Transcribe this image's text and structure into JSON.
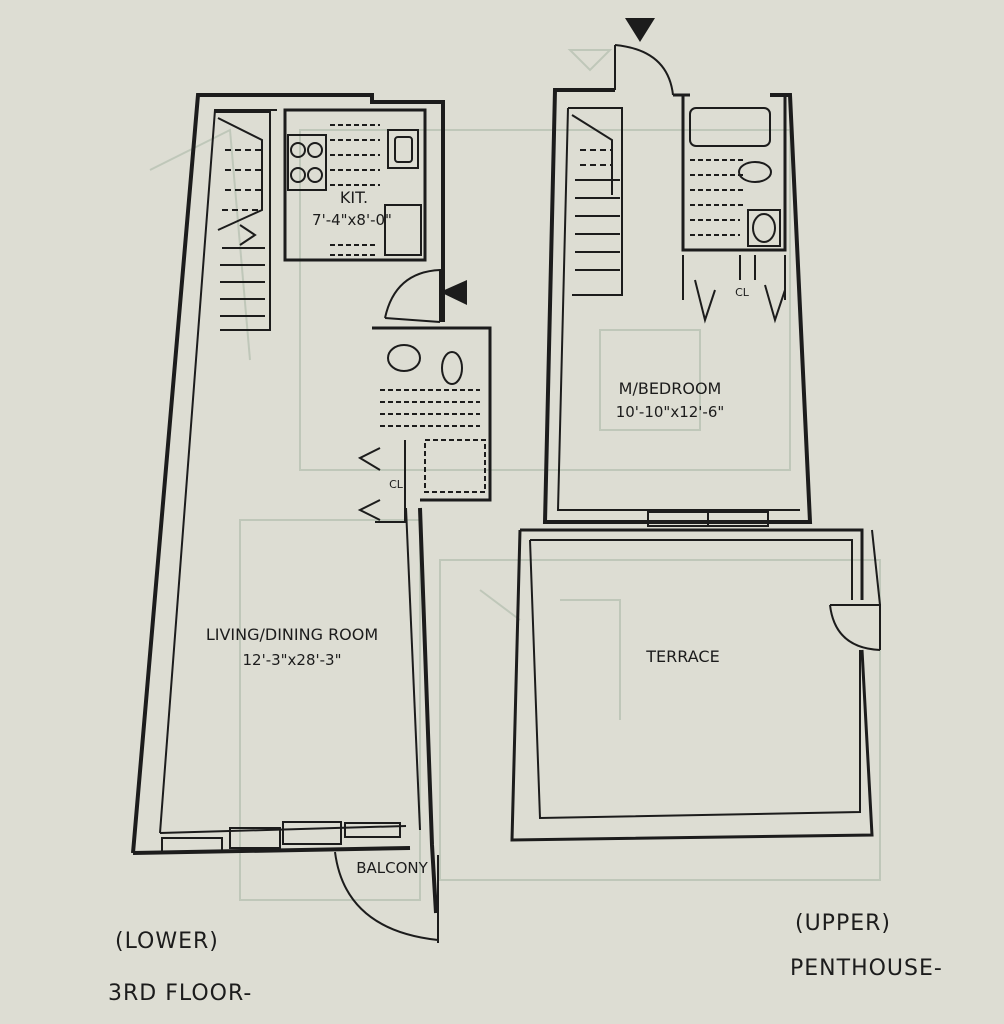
{
  "lower": {
    "kitchen": {
      "name": "KIT.",
      "dims": "7'-4\"x8'-0\""
    },
    "closet": "CL",
    "living": {
      "name": "LIVING/DINING ROOM",
      "dims": "12'-3\"x28'-3\""
    },
    "balcony": "BALCONY",
    "caption_1": "(LOWER)",
    "caption_2": "3RD FLOOR-"
  },
  "upper": {
    "closet": "CL",
    "bedroom": {
      "name": "M/BEDROOM",
      "dims": "10'-10\"x12'-6\""
    },
    "terrace": "TERRACE",
    "caption_1": "(UPPER)",
    "caption_2": "PENTHOUSE-"
  },
  "colors": {
    "ink": "#1c1c1c",
    "paper": "#ddddd3",
    "ghost": "#b8c2b3"
  }
}
